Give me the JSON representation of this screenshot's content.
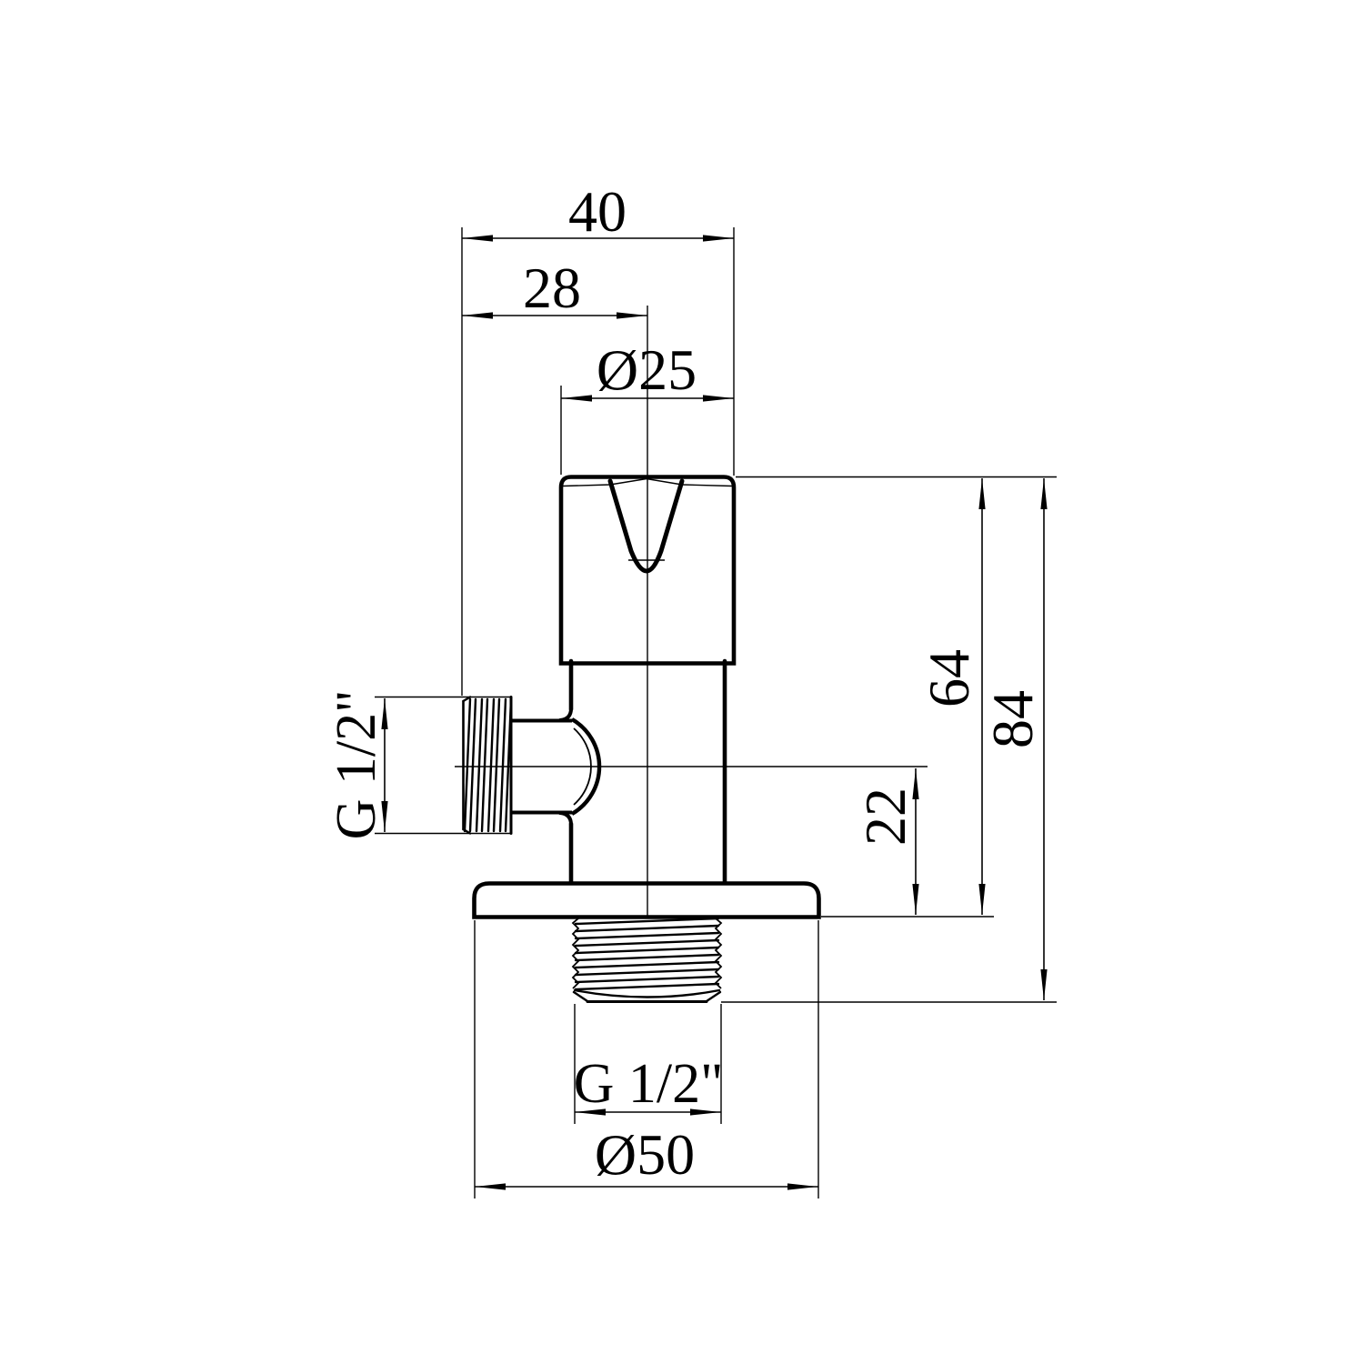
{
  "drawing": {
    "subject": "angle-valve-technical-drawing",
    "units": "mm",
    "colors": {
      "line": "#000000",
      "background": "#ffffff"
    },
    "dimensions": {
      "overall_width": "40",
      "outlet_offset": "28",
      "handle_diameter": "Ø25",
      "side_outlet_thread": "G 1/2\"",
      "height_to_flange": "64",
      "overall_height": "84",
      "outlet_center_height": "22",
      "bottom_thread": "G 1/2\"",
      "flange_diameter": "Ø50"
    }
  }
}
